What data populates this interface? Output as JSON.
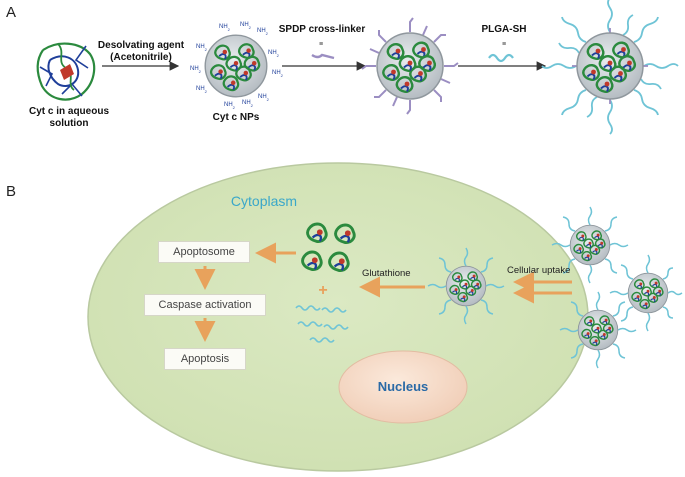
{
  "panel_a": {
    "letter": "A",
    "protein_label_line1": "Cyt c in aqueous",
    "protein_label_line2": "solution",
    "step1_line1": "Desolvating agent",
    "step1_line2": "(Acetonitrile)",
    "nps_label": "Cyt c NPs",
    "step2_label": "SPDP cross-linker",
    "step3_label": "PLGA-SH",
    "nh2": "NH2"
  },
  "panel_b": {
    "letter": "B",
    "cytoplasm": "Cytoplasm",
    "nucleus": "Nucleus",
    "apoptosome": "Apoptosome",
    "caspase": "Caspase activation",
    "apoptosis": "Apoptosis",
    "glutathione": "Glutathione",
    "cellular_uptake": "Cellular uptake",
    "plus": "+"
  },
  "colors": {
    "cell_fill": "#d7e6bd",
    "nucleus_fill": "#f5dcc8",
    "arrow_orange": "#e8a25c",
    "polymer": "#6fc4d6",
    "linker": "#9b8ec2",
    "cytoplasm_text": "#3aa7c9",
    "nucleus_text": "#2a6aa6"
  }
}
